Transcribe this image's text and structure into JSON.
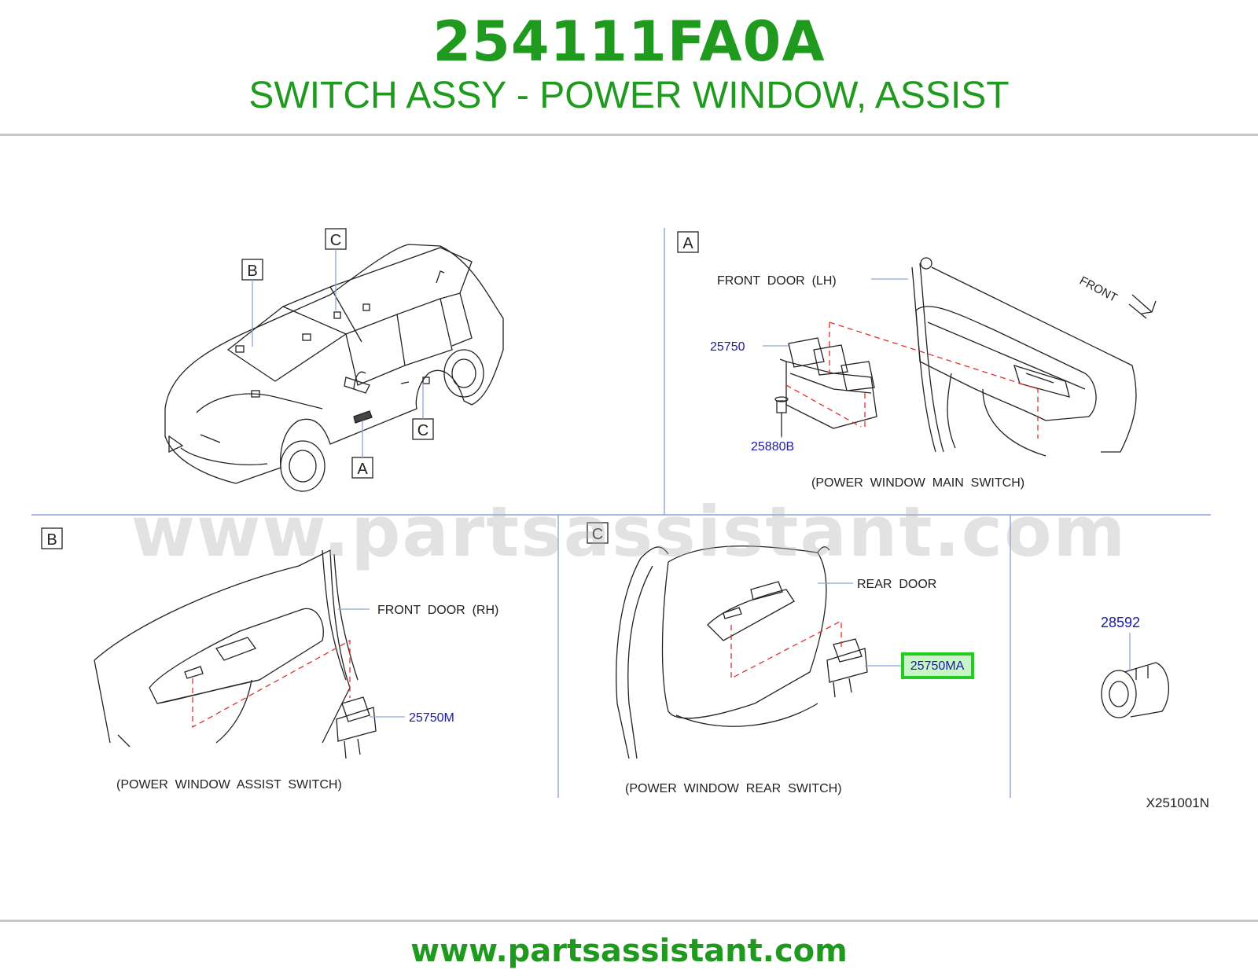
{
  "header": {
    "part_number": "254111FA0A",
    "part_name": "SWITCH ASSY - POWER WINDOW, ASSIST"
  },
  "diagram": {
    "overview": {
      "callouts": [
        "B",
        "C",
        "A",
        "C"
      ]
    },
    "section_a": {
      "label": "A",
      "door_label": "FRONT  DOOR  (LH)",
      "front_label": "FRONT",
      "parts": [
        "25750",
        "25880B"
      ],
      "caption": "(POWER  WINDOW  MAIN  SWITCH)"
    },
    "section_b": {
      "label": "B",
      "door_label": "FRONT  DOOR  (RH)",
      "parts": [
        "25750M"
      ],
      "caption": "(POWER  WINDOW  ASSIST  SWITCH)"
    },
    "section_c": {
      "label": "C",
      "door_label": "REAR  DOOR",
      "parts": [
        "25750MA"
      ],
      "highlighted_part": "25750MA",
      "caption": "(POWER  WINDOW  REAR  SWITCH)"
    },
    "section_d": {
      "parts": [
        "28592"
      ]
    },
    "diagram_code": "X251001N",
    "colors": {
      "part_number_text": "#1a1aa6",
      "highlight": "#22cc22",
      "divider": "#8fa3d6",
      "dashed_leader": "#e0302a",
      "brand_green": "#1f9a1f"
    }
  },
  "watermark": "www.partsassistant.com",
  "footer": {
    "url": "www.partsassistant.com"
  }
}
